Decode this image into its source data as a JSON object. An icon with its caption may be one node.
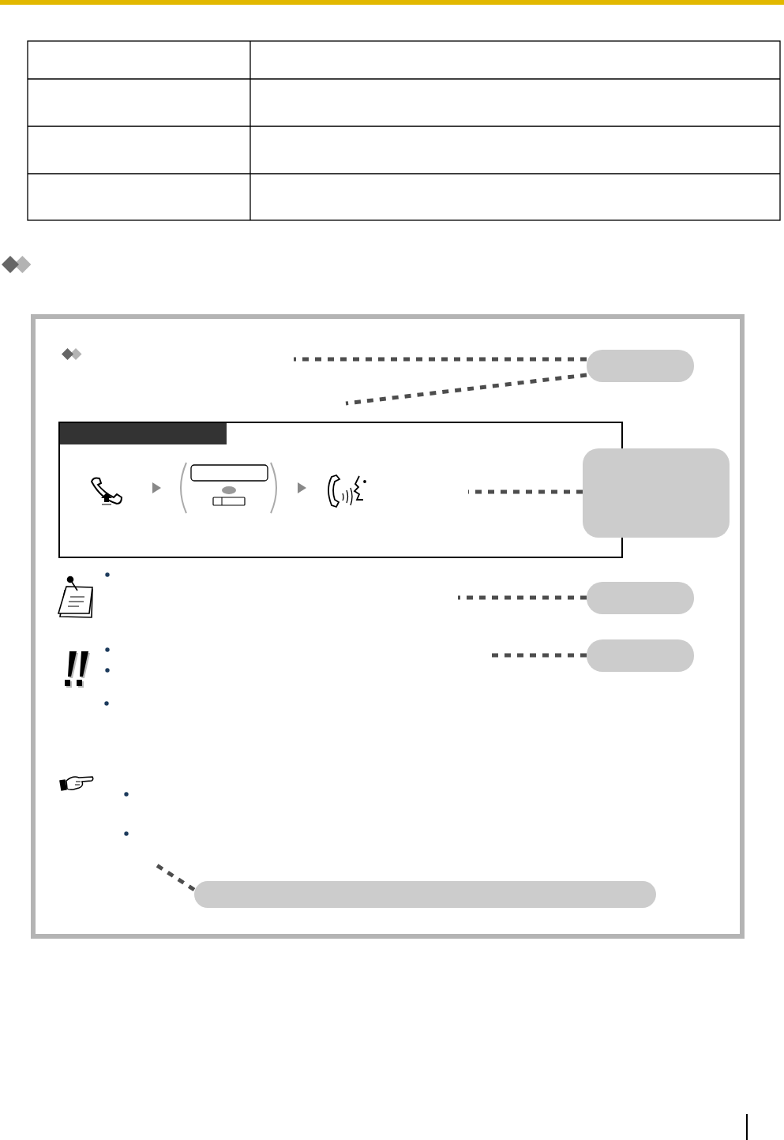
{
  "diagram": {
    "nodes": [
      {
        "text": [],
        "shape": "box"
      },
      {
        "text": [],
        "shape": "box"
      },
      {
        "text": [],
        "shape": "box"
      },
      {
        "text": [],
        "shape": "box"
      },
      {
        "text": [],
        "shape": "box"
      }
    ],
    "edges": [
      {
        "from": 0,
        "to": null,
        "arrow": "none",
        "style": "dashed"
      },
      {
        "from": 0,
        "to": null,
        "arrow": "none",
        "style": "dashed"
      },
      {
        "from": 1,
        "to": null,
        "arrow": "none",
        "style": "dashed"
      },
      {
        "from": 2,
        "to": null,
        "arrow": "none",
        "style": "dashed"
      },
      {
        "from": 3,
        "to": null,
        "arrow": "none",
        "style": "dashed"
      },
      {
        "from": 4,
        "to": null,
        "arrow": "none",
        "style": "dashed"
      }
    ]
  }
}
